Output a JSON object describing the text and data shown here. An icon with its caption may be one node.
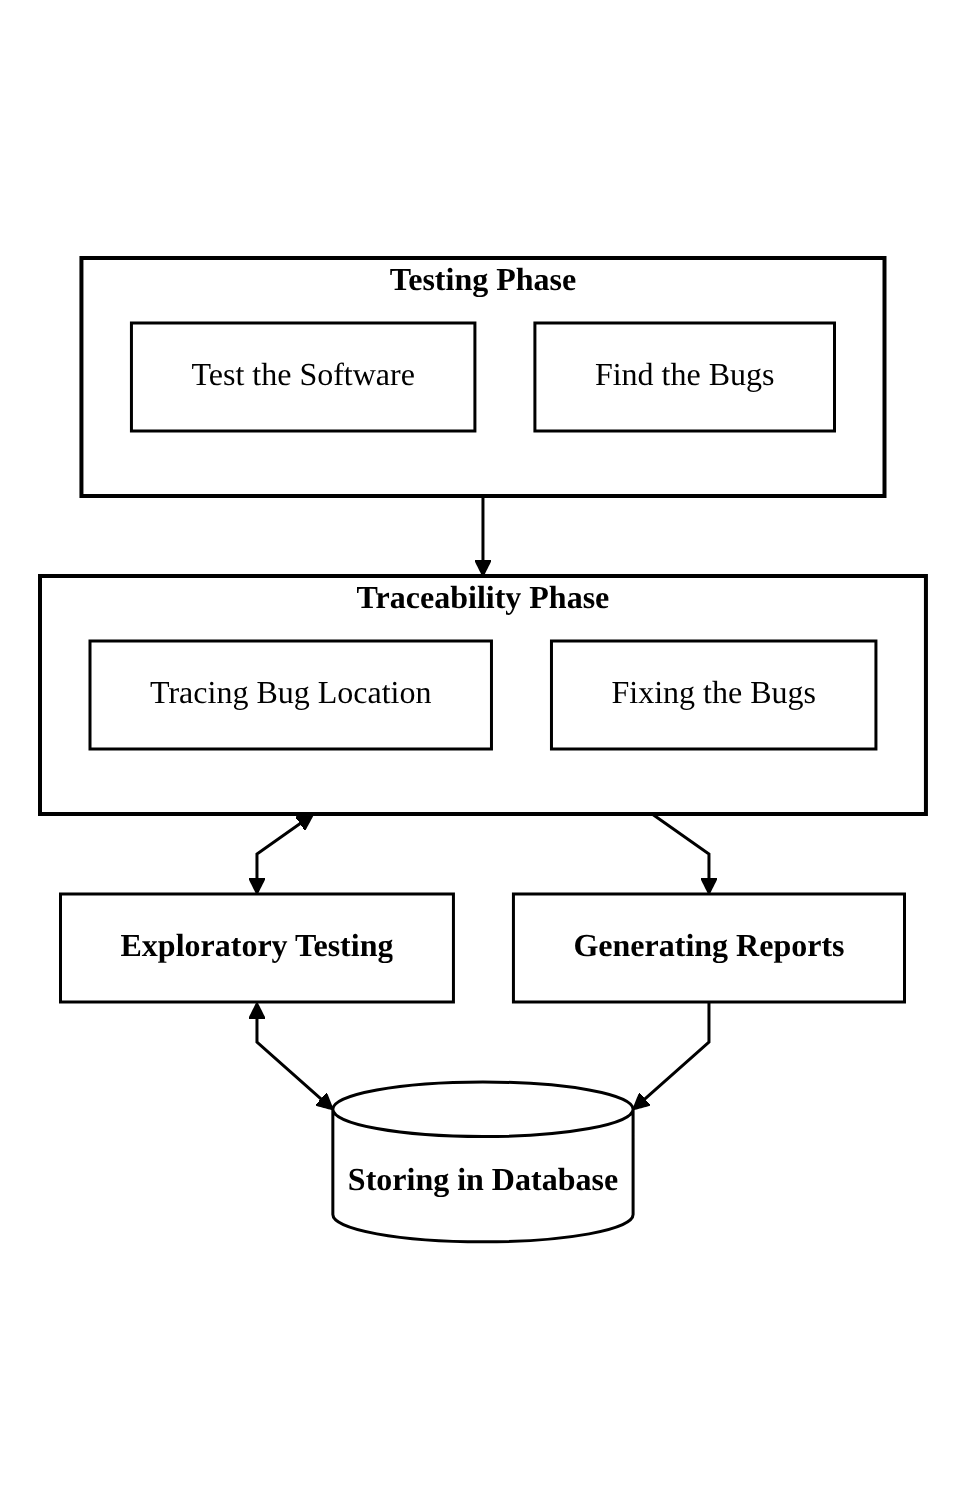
{
  "diagram": {
    "nodes": [
      {
        "text": [
          "Testing Phase"
        ]
      },
      {
        "text": [
          "Test the Software"
        ],
        "in": 0
      },
      {
        "text": [
          "Find the Bugs"
        ],
        "in": 0
      },
      {
        "text": [
          "Traceability Phase"
        ]
      },
      {
        "text": [
          "Tracing Bug Location"
        ],
        "in": 3
      },
      {
        "text": [
          "Fixing the Bugs"
        ],
        "in": 3
      },
      {
        "text": [
          "Exploratory Testing"
        ]
      },
      {
        "text": [
          "Generating Reports"
        ]
      },
      {
        "text": [
          "Storing in Database"
        ]
      }
    ],
    "edges": [
      {
        "from": 0,
        "to": 3,
        "arrow": "to"
      },
      {
        "from": 3,
        "to": 7,
        "arrow": "to"
      },
      {
        "from": 3,
        "to": 6,
        "arrow": "both"
      },
      {
        "from": 6,
        "to": 8,
        "arrow": "both"
      },
      {
        "from": 7,
        "to": 8,
        "arrow": "to"
      }
    ]
  }
}
